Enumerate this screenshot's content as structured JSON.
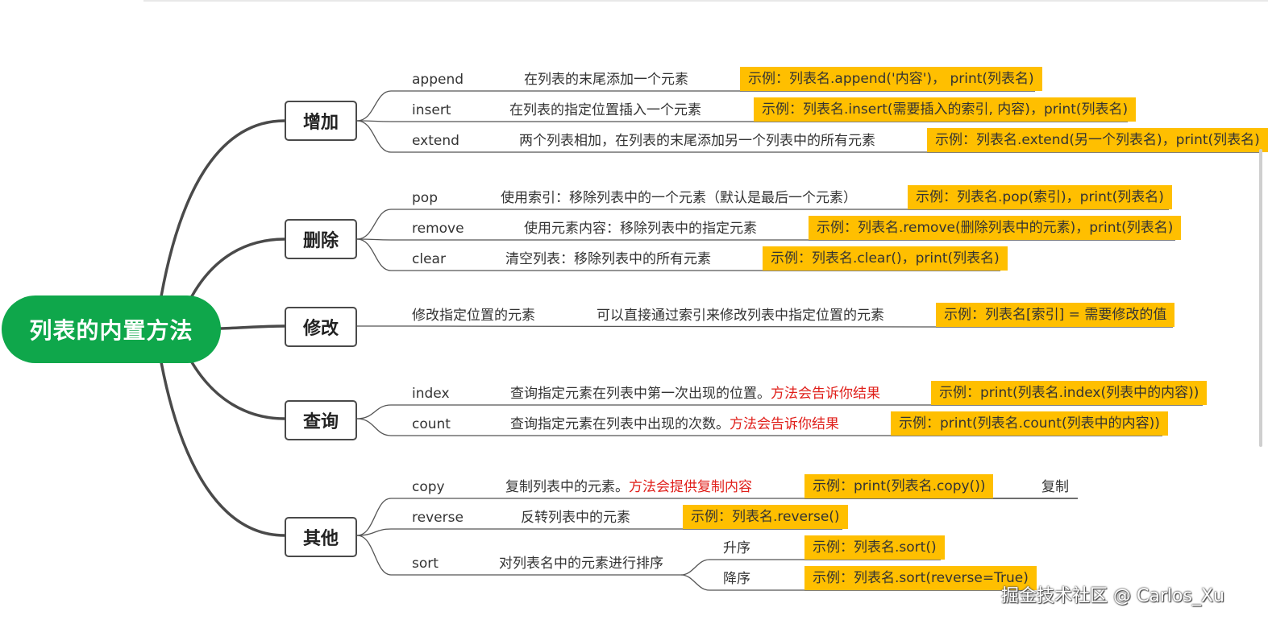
{
  "root": {
    "label": "列表的内置方法"
  },
  "categories": {
    "add": {
      "label": "增加"
    },
    "delete": {
      "label": "删除"
    },
    "modify": {
      "label": "修改"
    },
    "query": {
      "label": "查询"
    },
    "other": {
      "label": "其他"
    }
  },
  "methods": {
    "append": {
      "name": "append",
      "desc": "在列表的末尾添加一个元素",
      "example": "示例：列表名.append('内容')， print(列表名)"
    },
    "insert": {
      "name": "insert",
      "desc": "在列表的指定位置插入一个元素",
      "example": "示例：列表名.insert(需要插入的索引, 内容)，print(列表名)"
    },
    "extend": {
      "name": "extend",
      "desc": "两个列表相加，在列表的末尾添加另一个列表中的所有元素",
      "example": "示例：列表名.extend(另一个列表名)，print(列表名)"
    },
    "pop": {
      "name": "pop",
      "desc": "使用索引：移除列表中的一个元素（默认是最后一个元素）",
      "example": "示例：列表名.pop(索引)，print(列表名)"
    },
    "remove": {
      "name": "remove",
      "desc": "使用元素内容：移除列表中的指定元素",
      "example": "示例：列表名.remove(删除列表中的元素)，print(列表名)"
    },
    "clear": {
      "name": "clear",
      "desc": "清空列表：移除列表中的所有元素",
      "example": "示例：列表名.clear()，print(列表名)"
    },
    "modify": {
      "name": "修改指定位置的元素",
      "desc": "可以直接通过索引来修改列表中指定位置的元素",
      "example": "示例：列表名[索引] = 需要修改的值"
    },
    "index": {
      "name": "index",
      "desc": "查询指定元素在列表中第一次出现的位置。",
      "note": "方法会告诉你结果",
      "example": "示例：print(列表名.index(列表中的内容))"
    },
    "count": {
      "name": "count",
      "desc": "查询指定元素在列表中出现的次数。",
      "note": "方法会告诉你结果",
      "example": "示例：print(列表名.count(列表中的内容))"
    },
    "copy": {
      "name": "copy",
      "desc": "复制列表中的元素。",
      "note": "方法会提供复制内容",
      "example": "示例：print(列表名.copy())",
      "extra": "复制"
    },
    "reverse": {
      "name": "reverse",
      "desc": "反转列表中的元素",
      "example": "示例：列表名.reverse()"
    },
    "sort": {
      "name": "sort",
      "desc": "对列表名中的元素进行排序",
      "asc_label": "升序",
      "asc_example": "示例：列表名.sort()",
      "desc_label": "降序",
      "desc_example": "示例：列表名.sort(reverse=True)"
    }
  },
  "watermark": "掘金技术社区 @ Carlos_Xu",
  "colors": {
    "root_fill": "#0fa74b",
    "example_fill": "#ffbf00",
    "note_text": "#e0201b",
    "connector": "#4a4a4a"
  }
}
